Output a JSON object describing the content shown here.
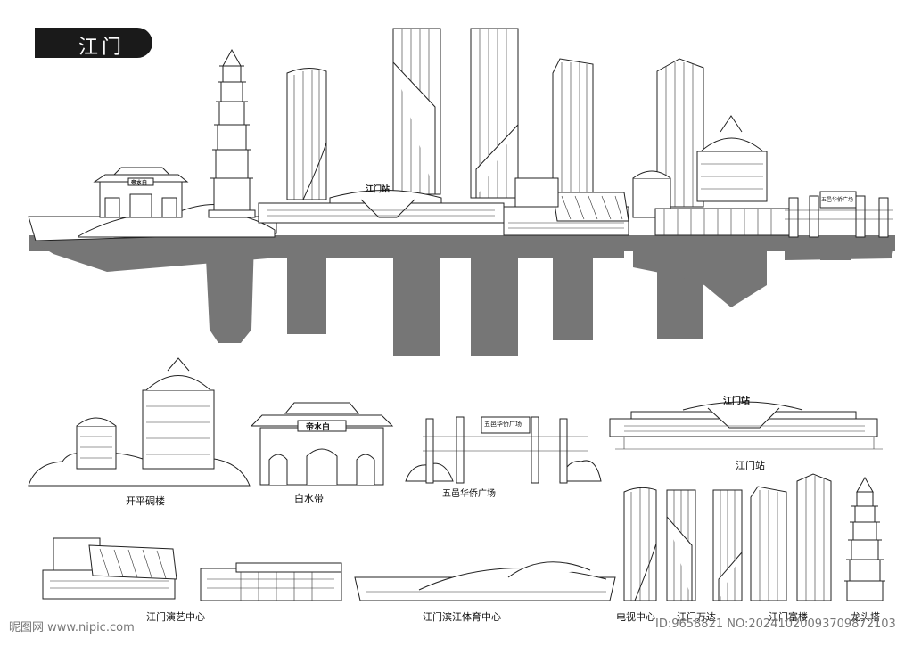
{
  "title": "江门",
  "main_skyline": {
    "station_sign": "江门站",
    "arch_sign": "帝水白",
    "plaza_sign": "五邑华侨广场"
  },
  "landmarks": [
    {
      "name": "开平碉楼"
    },
    {
      "name": "白水带",
      "sign": "帝水白"
    },
    {
      "name": "五邑华侨广场",
      "sign": "五邑华侨广场"
    },
    {
      "name": "江门站",
      "sign": "江门站"
    },
    {
      "name": "江门演艺中心"
    },
    {
      "name": "江门滨江体育中心"
    },
    {
      "name": "电视中心"
    },
    {
      "name": "江门万达"
    },
    {
      "name": "江门富楼"
    },
    {
      "name": "龙头塔"
    }
  ],
  "watermark": {
    "site": "昵图网 www.nipic.com",
    "id": "ID:9658821 NO:20241020093709872103"
  }
}
